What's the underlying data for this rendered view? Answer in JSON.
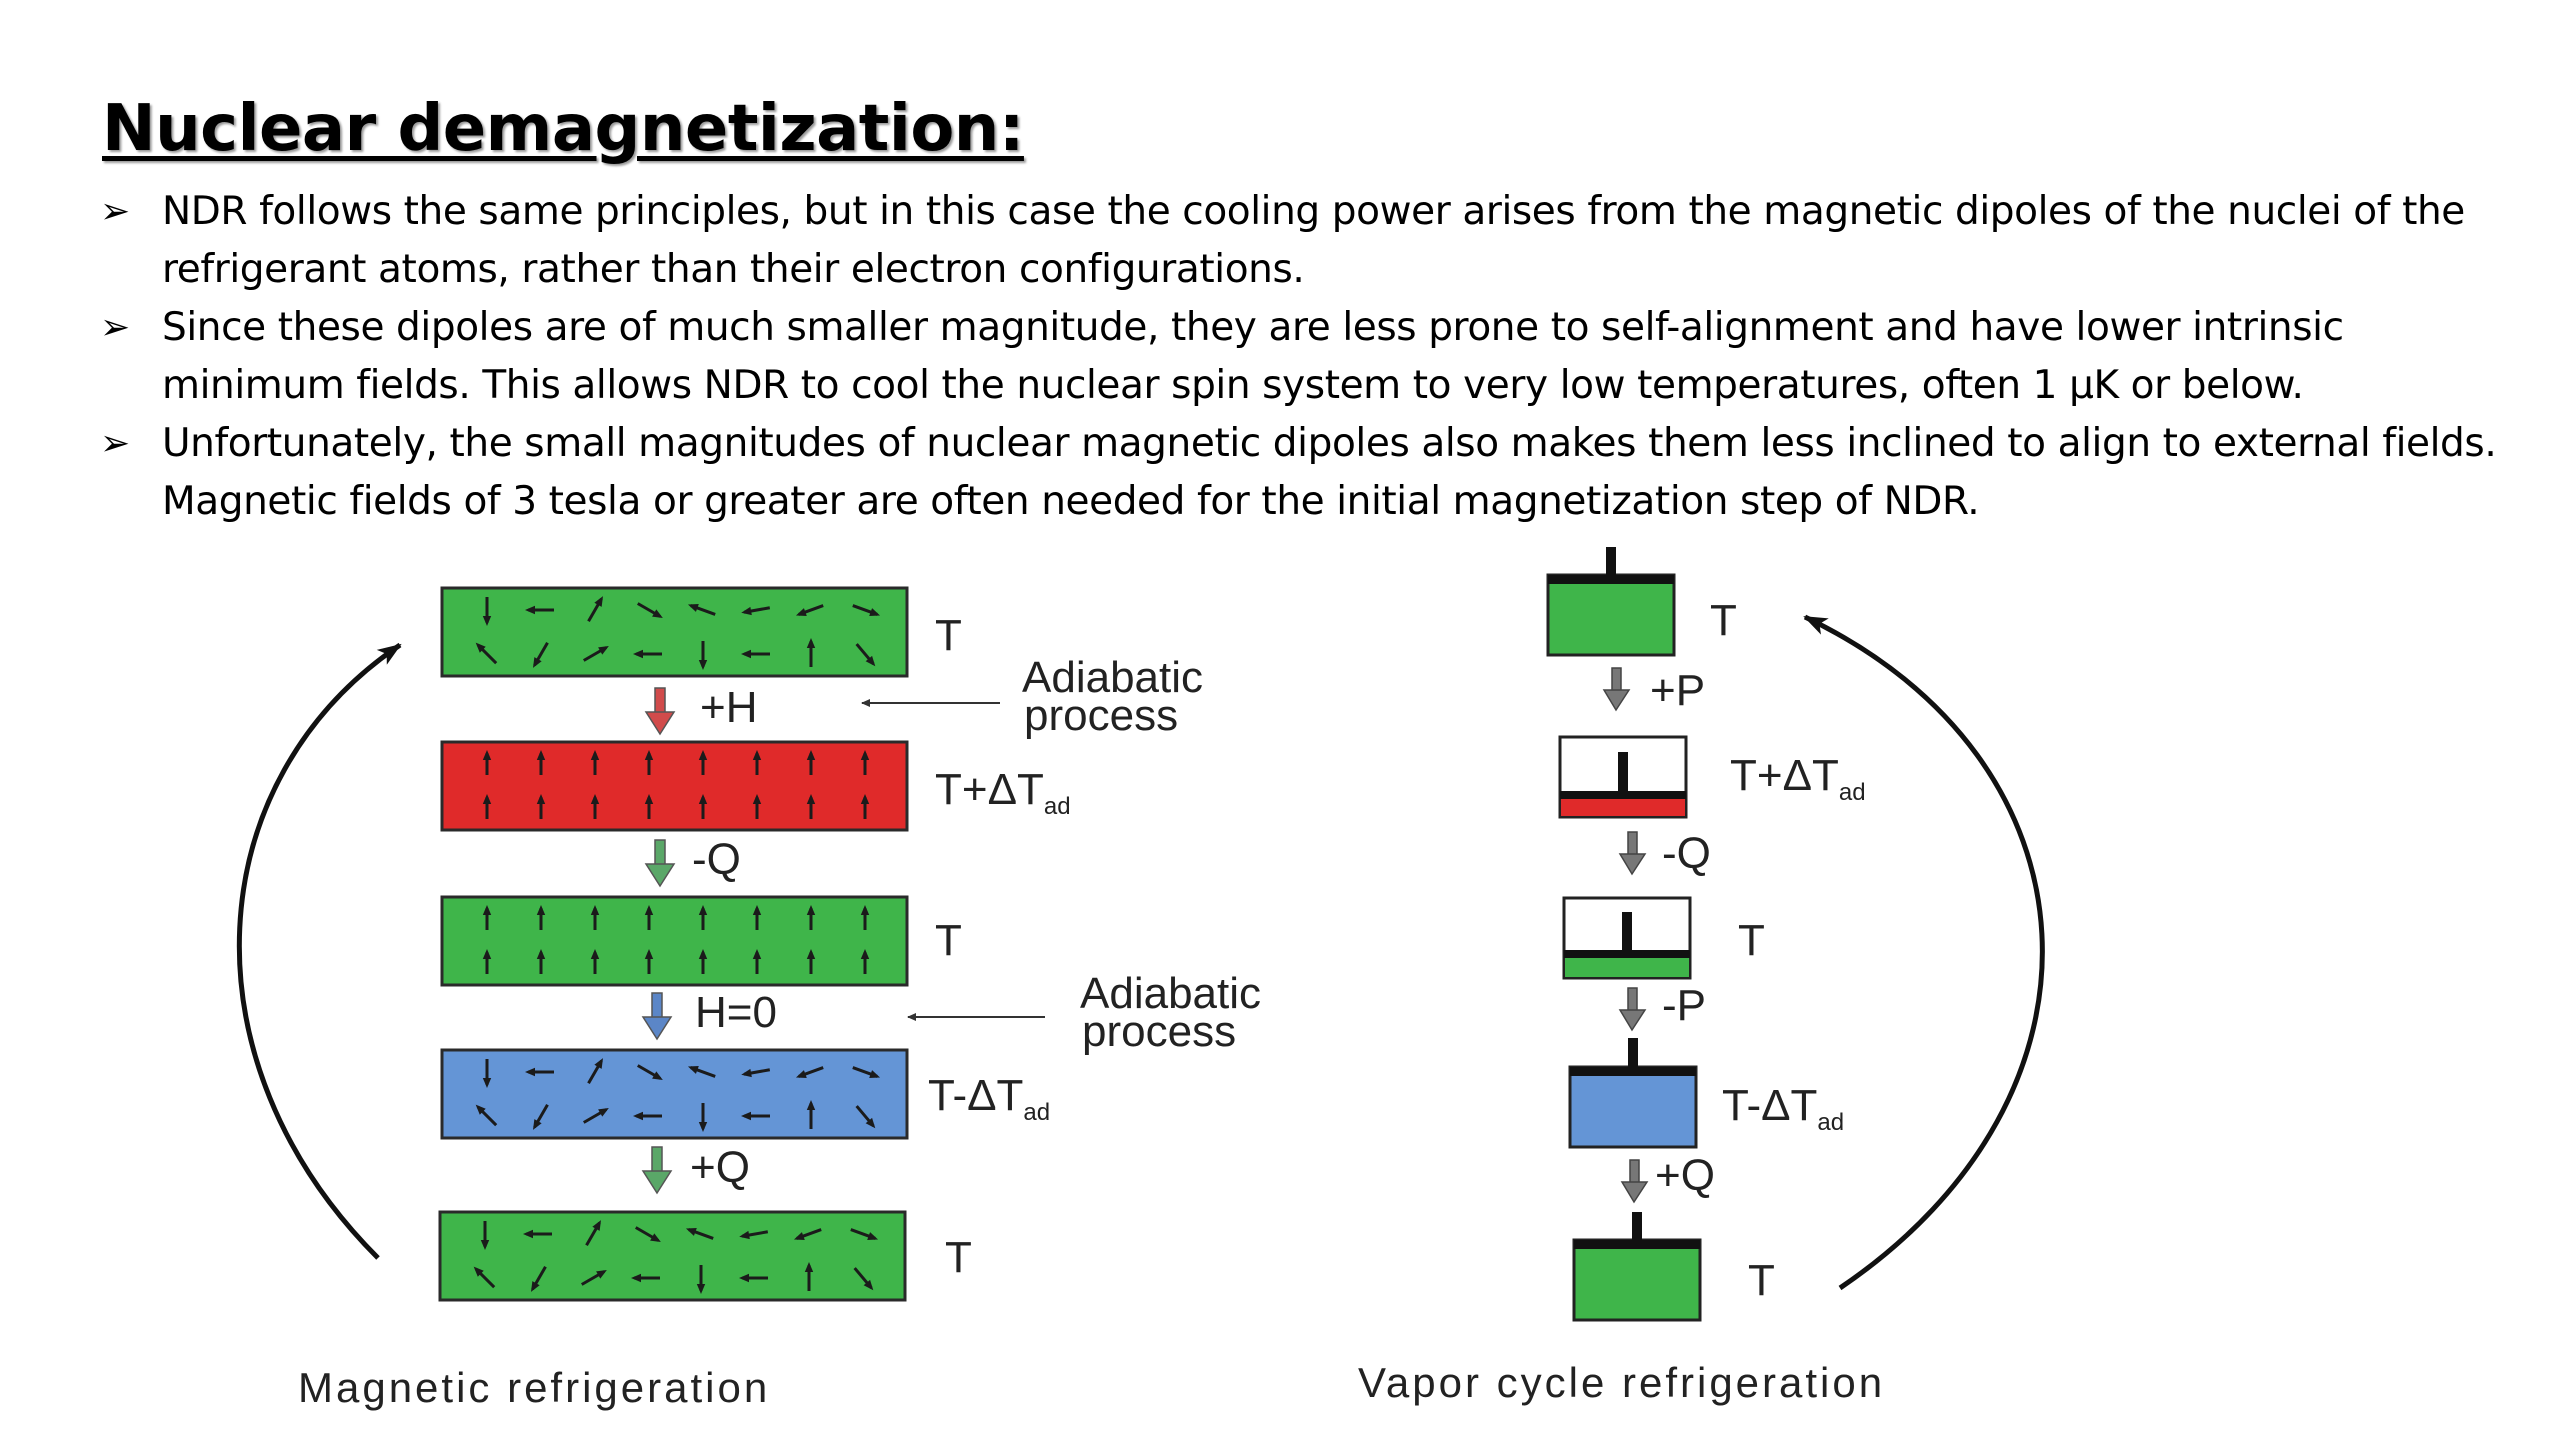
{
  "slide": {
    "title": "Nuclear demagnetization:",
    "bullet_marker": "➢",
    "bullets": [
      "NDR follows the same principles, but in this case the cooling power arises from the magnetic dipoles of the nuclei of the refrigerant atoms, rather than their electron configurations.",
      "Since these dipoles are of much smaller magnitude, they are less prone to self-alignment and have lower intrinsic minimum fields. This allows NDR to cool the nuclear spin system to very low temperatures, often 1 µK or below.",
      "Unfortunately, the small magnitudes of nuclear magnetic dipoles also makes them less inclined to align to external fields. Magnetic fields of 3 tesla  or greater are often needed for the initial magnetization step of NDR."
    ]
  },
  "magnetic": {
    "caption": "Magnetic refrigeration",
    "steps": [
      {
        "label": "T",
        "sub": "",
        "state": "random",
        "color": "#3fb54a"
      },
      {
        "label": "T+ΔT",
        "sub": "ad",
        "state": "aligned",
        "color": "#e02a2a"
      },
      {
        "label": "T",
        "sub": "",
        "state": "aligned",
        "color": "#3fb54a"
      },
      {
        "label": "T-ΔT",
        "sub": "ad",
        "state": "random",
        "color": "#6495d6"
      },
      {
        "label": "T",
        "sub": "",
        "state": "random",
        "color": "#3fb54a"
      }
    ],
    "transitions": [
      {
        "label": "+H",
        "arrow_color": "#d14b4b"
      },
      {
        "label": "-Q",
        "arrow_color": "#5aa768"
      },
      {
        "label": "H=0",
        "arrow_color": "#5b86c7"
      },
      {
        "label": "+Q",
        "arrow_color": "#5aa768"
      }
    ],
    "adiabatic_notes": [
      {
        "line1": "Adiabatic",
        "line2": "process"
      },
      {
        "line1": "Adiabatic",
        "line2": "process"
      }
    ]
  },
  "vapor": {
    "caption": "Vapor cycle refrigeration",
    "steps": [
      {
        "label": "T",
        "sub": "",
        "fill": "#3fb54a",
        "level": 1.0
      },
      {
        "label": "T+ΔT",
        "sub": "ad",
        "fill": "#e02a2a",
        "level": 0.25
      },
      {
        "label": "T",
        "sub": "",
        "fill": "#3fb54a",
        "level": 0.3
      },
      {
        "label": "T-ΔT",
        "sub": "ad",
        "fill": "#6495d6",
        "level": 1.0
      },
      {
        "label": "T",
        "sub": "",
        "fill": "#3fb54a",
        "level": 1.0
      }
    ],
    "transitions": [
      {
        "label": "+P"
      },
      {
        "label": "-Q"
      },
      {
        "label": "-P"
      },
      {
        "label": "+Q"
      }
    ]
  }
}
